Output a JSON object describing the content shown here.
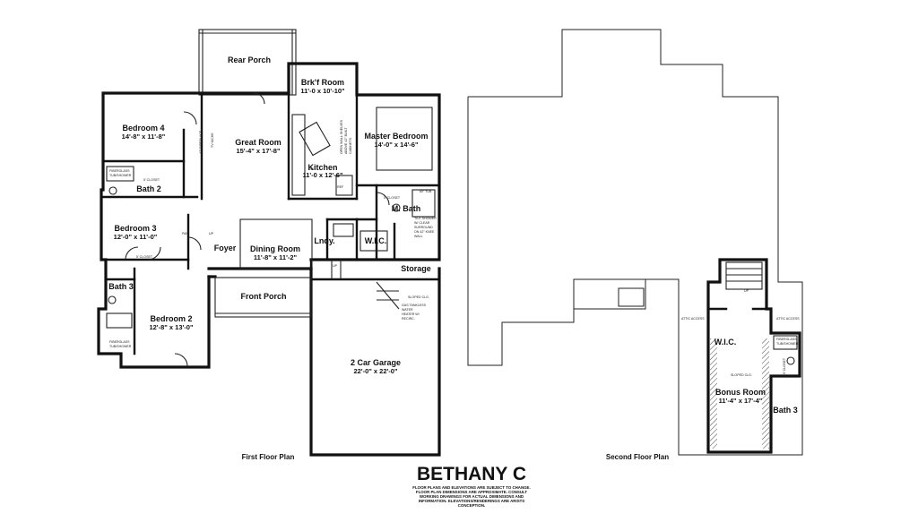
{
  "title": "BETHANY C",
  "disclaimer": [
    "FLOOR PLANS AND ELEVATIONS ARE SUBJECT TO CHANGE.",
    "FLOOR PLAN DIMENSIONS ARE APPROXIMATE. CONSULT",
    "WORKING DRAWINGS FOR ACTUAL DIMENSIONS AND",
    "INFORMATION. ELEVATIONS/RENDERINGS ARE ARISTS",
    "CONCEPTION."
  ],
  "first_floor": {
    "caption": "First Floor Plan",
    "rooms": {
      "rear_porch": {
        "name": "Rear Porch"
      },
      "brkf_room": {
        "name": "Brk'f Room",
        "dims": "11'-0 x 10'-10\""
      },
      "bedroom4": {
        "name": "Bedroom 4",
        "dims": "14'-8\" x 11'-8\""
      },
      "great_room": {
        "name": "Great Room",
        "dims": "15'-4\" x 17'-8\""
      },
      "master_bedroom": {
        "name": "Master Bedroom",
        "dims": "14'-0\" x 14'-6\""
      },
      "kitchen": {
        "name": "Kitchen",
        "dims": "11'-0 x 12'-6\""
      },
      "bath2": {
        "name": "Bath 2"
      },
      "m_bath": {
        "name": "M. Bath"
      },
      "bedroom3": {
        "name": "Bedroom 3",
        "dims": "12'-0\" x 11'-0\""
      },
      "foyer": {
        "name": "Foyer"
      },
      "dining_room": {
        "name": "Dining Room",
        "dims": "11'-8\" x 11'-2\""
      },
      "lndy": {
        "name": "Lndy."
      },
      "wic": {
        "name": "W.I.C."
      },
      "storage": {
        "name": "Storage"
      },
      "bath3": {
        "name": "Bath 3"
      },
      "front_porch": {
        "name": "Front Porch"
      },
      "bedroom2": {
        "name": "Bedroom 2",
        "dims": "12'-8\" x 13'-0\""
      },
      "garage": {
        "name": "2 Car Garage",
        "dims": "22'-0\" x 22'-0\""
      }
    },
    "notes": {
      "fiberglass1": [
        "FIBERGLASS",
        "TUB/SHOWER"
      ],
      "fiberglass2": [
        "FIBERGLASS",
        "TUB/SHOWER"
      ],
      "shower_note": [
        "TILE SHOWER",
        "W/ CLEAR",
        "SURROUND",
        "ON 42\" KNEE",
        "WALL"
      ],
      "tub": "60\" TUB",
      "closet1": "5' CLOSET",
      "closet2": "5' CLOSET",
      "closet3": "5' CLOSET",
      "sloped": "SLOPED CLG.",
      "gas_tank": [
        "GAS TANKLESS",
        "WATER",
        "HEATER W/",
        "RECIRC."
      ],
      "up": "UP",
      "up2": "UP",
      "fireplace": "42\" FIREPLACE",
      "tv_niche": "TV NICHE",
      "cabinets": [
        "OPEN WALL SHELVES",
        "ABOVE 42\" BUILT",
        "CABINETS"
      ],
      "pan": "PAN",
      "ref": "REF",
      "dw": "DW"
    }
  },
  "second_floor": {
    "caption": "Second Floor Plan",
    "rooms": {
      "wic": {
        "name": "W.I.C."
      },
      "bonus_room": {
        "name": "Bonus Room",
        "dims": "11'-4\" x 17'-4\""
      },
      "bath3": {
        "name": "Bath 3"
      }
    },
    "notes": {
      "attic1": "ATTIC ACCESS",
      "attic2": "ATTIC ACCESS",
      "fiberglass": [
        "FIBERGLASS",
        "TUB/SHOWER"
      ],
      "closet": "5' CLOSET",
      "sloped": "SLOPED CLG.",
      "up": "UP"
    }
  }
}
